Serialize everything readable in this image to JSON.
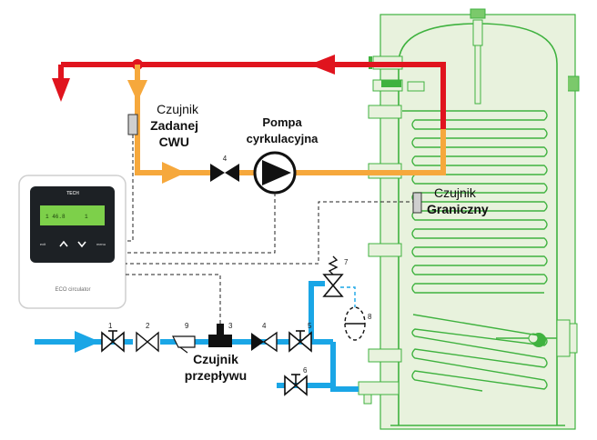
{
  "colors": {
    "hot": "#e0141e",
    "circulation": "#f6a83c",
    "cold": "#1aa6e6",
    "tank_fill": "#e8f2dd",
    "tank_stroke": "#3fb23f",
    "coil": "#3fb23f",
    "device_body": "#ffffff",
    "device_panel": "#1d2125",
    "device_screen": "#7dd04a"
  },
  "labels": {
    "sensor_set_dhw": {
      "line1": "Czujnik",
      "line2": "Zadanej",
      "line3": "CWU"
    },
    "pump": {
      "line1": "Pompa",
      "line2": "cyrkulacyjna"
    },
    "sensor_limit": {
      "line1": "Czujnik",
      "line2": "Graniczny"
    },
    "sensor_flow": {
      "line1": "Czujnik",
      "line2": "przepływu"
    }
  },
  "device": {
    "brand": "TECH",
    "logo": "ECO circulator",
    "screen_left": "1 46.8",
    "screen_right": "1",
    "buttons": [
      "exit",
      "up",
      "down",
      "menu"
    ]
  },
  "component_numbers": {
    "valve_1": "1",
    "valve_2": "2",
    "valve_3": "3",
    "valve_4_cold": "4",
    "valve_4_circ": "4",
    "valve_5": "5",
    "valve_6": "6",
    "valve_7": "7",
    "vessel_8": "8",
    "filter_9": "9"
  }
}
